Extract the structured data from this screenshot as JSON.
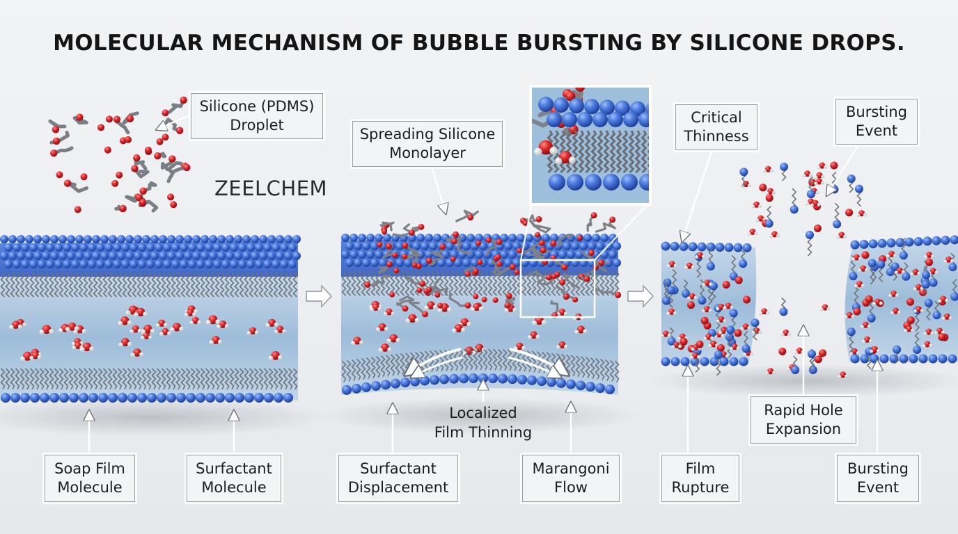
{
  "title": "MOLECULAR MECHANISM OF BUBBLE BURSTING BY SILICONE DROPS.",
  "brand": "ZEELCHEM",
  "labels": {
    "silicone_droplet": "Silicone (PDMS)\nDroplet",
    "spreading_monolayer": "Spreading Silicone\nMonolayer",
    "critical_thinness": "Critical\nThinness",
    "bursting_event_top": "Bursting\nEvent",
    "soap_film_molecule": "Soap Film\nMolecule",
    "surfactant_molecule": "Surfactant\nMolecule",
    "surfactant_displacement": "Surfactant\nDisplacement",
    "localized_film_thinning": "Localized\nFilm Thinning",
    "marangoni_flow": "Marangoni\nFlow",
    "film_rupture": "Film\nRupture",
    "rapid_hole_expansion": "Rapid Hole\nExpansion",
    "bursting_event_bottom": "Bursting\nEvent"
  },
  "colors": {
    "surfactant_head": "#3f6fd6",
    "oxygen": "#d8262a",
    "hydrogen": "#f1f1f1",
    "silicone_chain": "#7b7e84",
    "water_core": "#a9c4dd"
  },
  "icons": [
    "right-arrow-icon",
    "up-arrow-icon",
    "down-arrow-icon",
    "magnifier-inset"
  ]
}
